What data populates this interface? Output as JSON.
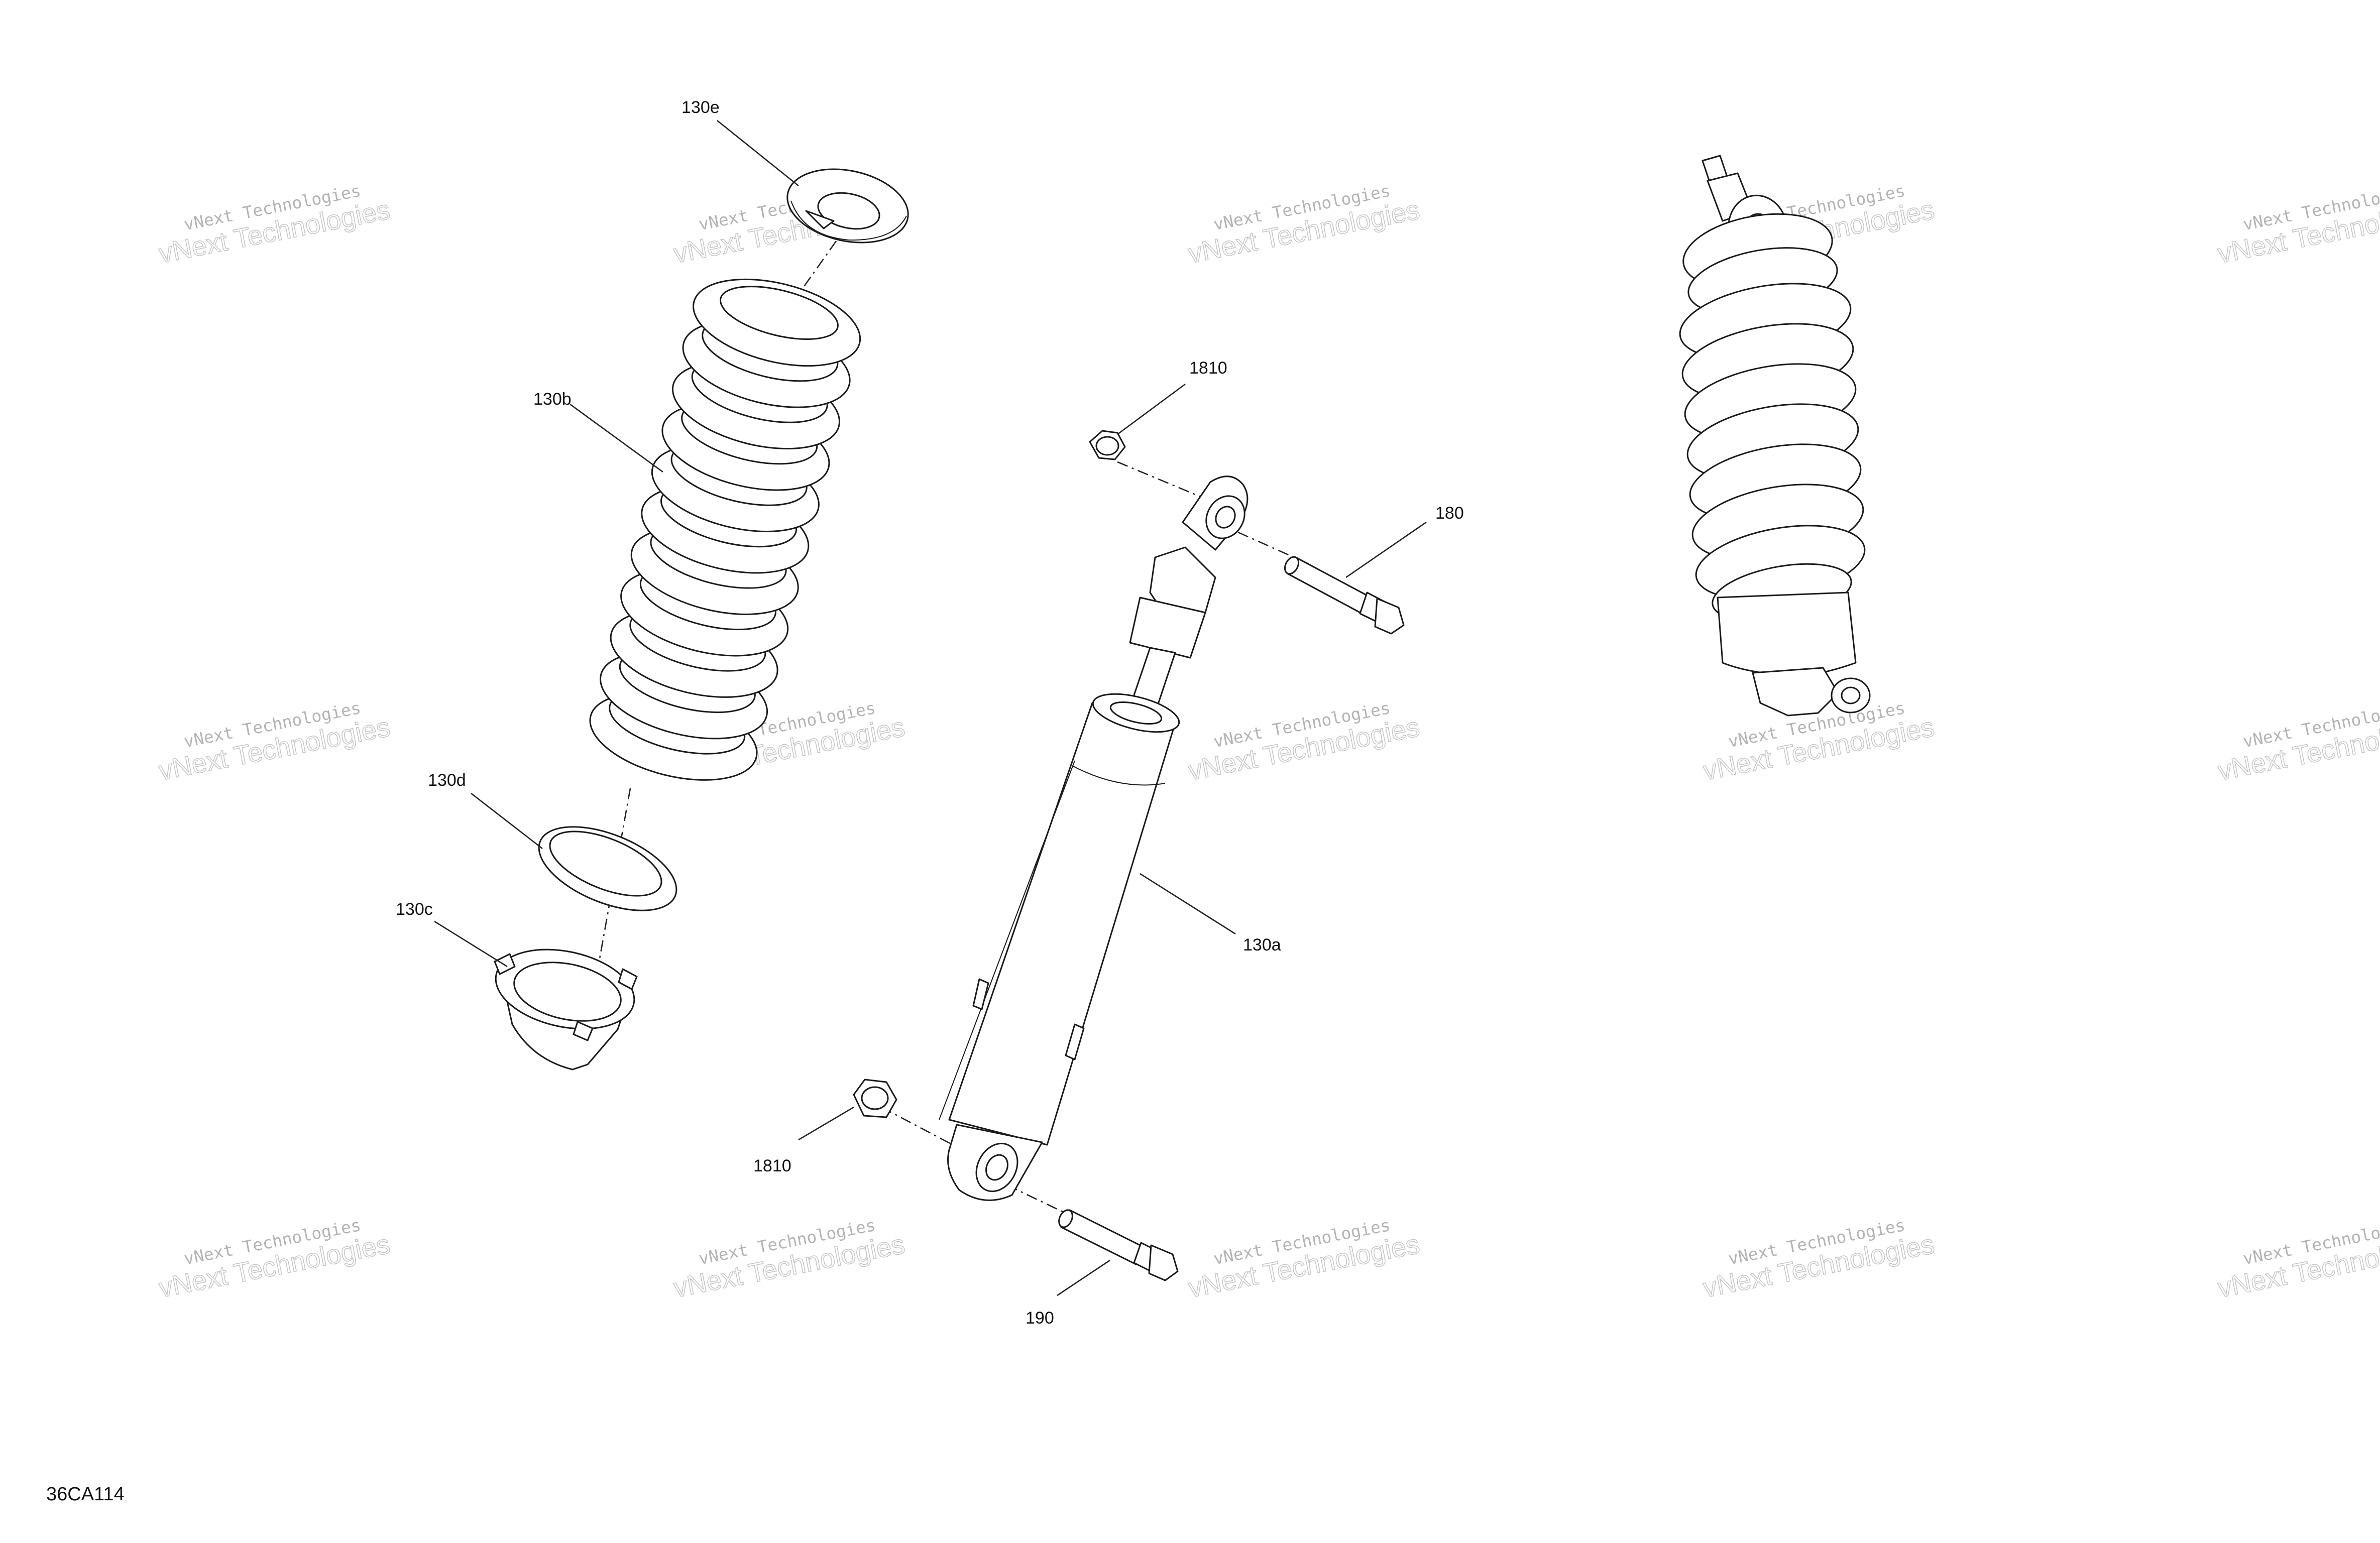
{
  "callouts": {
    "c130e": "130e",
    "c130b": "130b",
    "c130d": "130d",
    "c130c": "130c",
    "c1810_top": "1810",
    "c180": "180",
    "c130a": "130a",
    "c1810_bottom": "1810",
    "c190": "190"
  },
  "figure_code": "36CA114",
  "watermark": {
    "line1": "vNext Technologies",
    "line2": "vNext Technologies"
  }
}
